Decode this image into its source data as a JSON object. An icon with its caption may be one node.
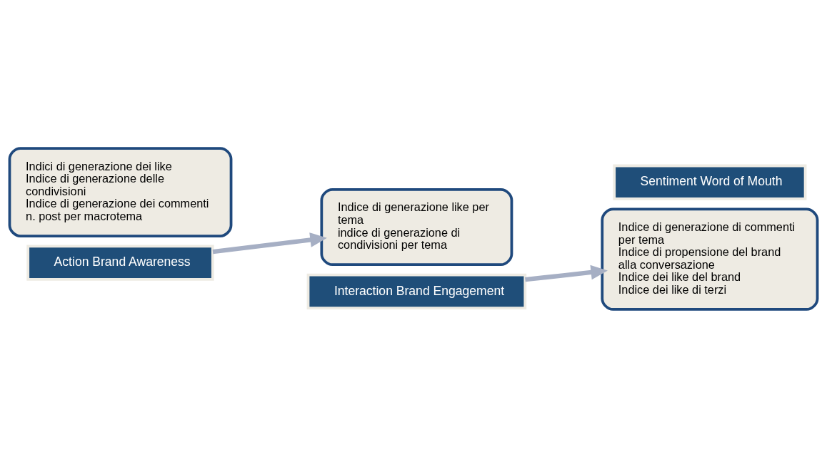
{
  "diagram": {
    "nodes": [
      {
        "text": [
          "Indici di generazione dei like",
          "Indice di generazione delle condivisioni",
          "Indice di generazione dei commenti",
          "n. post per macrotema"
        ]
      },
      {
        "text": [
          "Action Brand Awareness"
        ]
      },
      {
        "text": [
          "Indice di generazione like per tema",
          "indice di generazione di condivisioni per tema"
        ]
      },
      {
        "text": [
          "Interaction Brand Engagement"
        ]
      },
      {
        "text": [
          "Indice di generazione di commenti per tema",
          "Indice di propensione del brand alla conversazione",
          "Indice dei like del brand",
          "Indice dei like di terzi"
        ]
      },
      {
        "text": [
          "Sentiment Word of Mouth"
        ]
      }
    ],
    "edges": [
      {
        "from": 1,
        "to": 2,
        "arrow": "to"
      },
      {
        "from": 3,
        "to": 4,
        "arrow": "to"
      }
    ]
  }
}
